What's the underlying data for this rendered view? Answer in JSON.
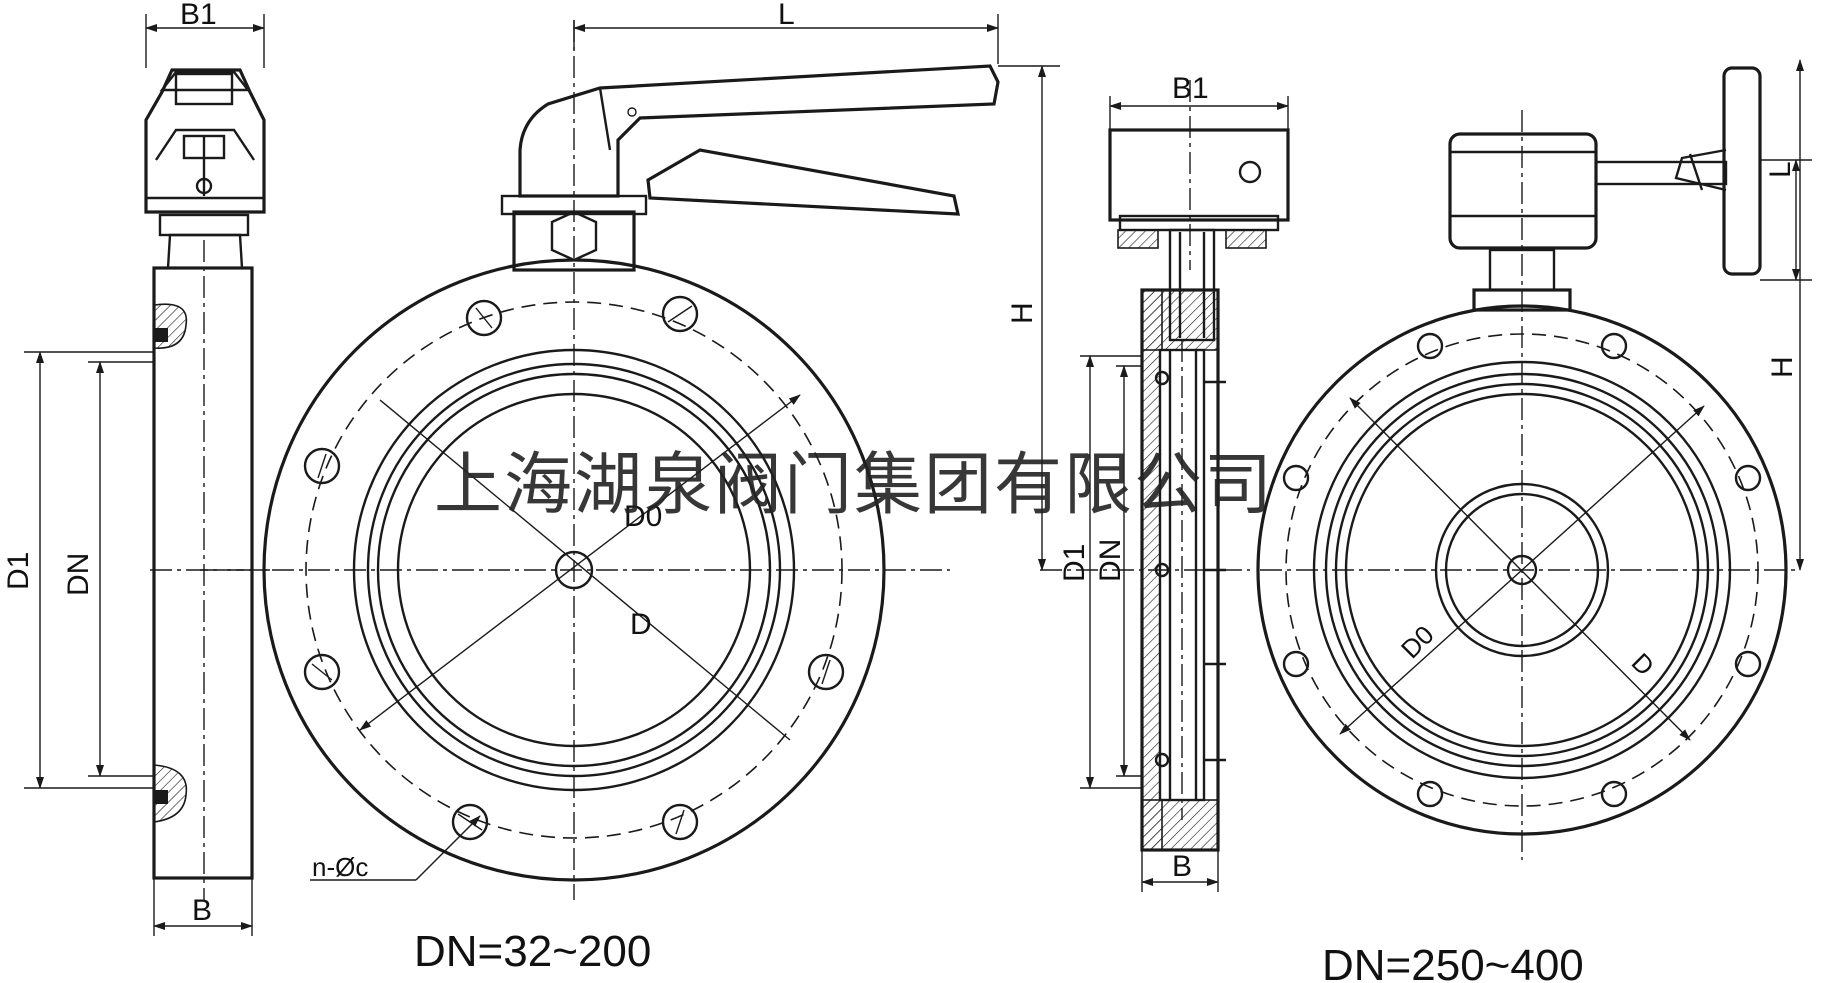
{
  "watermark": "上海湖泉阀门集团有限公司",
  "captions": {
    "left_view": "DN=32~200",
    "right_view": "DN=250~400"
  },
  "labels": {
    "b1": "B1",
    "b": "B",
    "l": "L",
    "h": "H",
    "d1": "D1",
    "dn": "DN",
    "d0": "D0",
    "d": "D",
    "holes": "n-Øc"
  }
}
